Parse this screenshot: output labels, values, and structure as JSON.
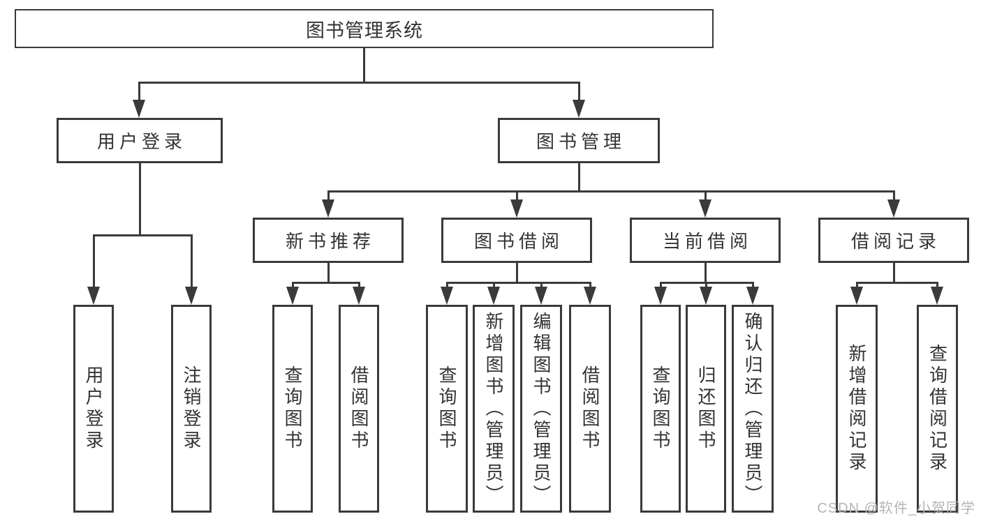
{
  "title": {
    "label": "图书管理系统"
  },
  "level2": {
    "user_login": {
      "label": "用户登录"
    },
    "book_management": {
      "label": "图书管理"
    }
  },
  "level3": {
    "new_book_recommend": {
      "label": "新书推荐"
    },
    "book_borrow": {
      "label": "图书借阅"
    },
    "current_borrow": {
      "label": "当前借阅"
    },
    "borrow_records": {
      "label": "借阅记录"
    }
  },
  "leaves": {
    "user_login_leaf": {
      "label": "用户登录"
    },
    "logout": {
      "label": "注销登录"
    },
    "nb_query_books": {
      "label": "查询图书"
    },
    "nb_borrow_books": {
      "label": "借阅图书"
    },
    "bb_query_books": {
      "label": "查询图书"
    },
    "bb_add_books": {
      "label": "新增图书（管理员）"
    },
    "bb_edit_books": {
      "label": "编辑图书（管理员）"
    },
    "bb_borrow_books": {
      "label": "借阅图书"
    },
    "cb_query_books": {
      "label": "查询图书"
    },
    "cb_return_books": {
      "label": "归还图书"
    },
    "cb_confirm_return": {
      "label": "确认归还（管理员）"
    },
    "br_add_record": {
      "label": "新增借阅记录"
    },
    "br_query_record": {
      "label": "查询借阅记录"
    }
  },
  "watermark": {
    "text": "CSDN @软件_小贺同学"
  },
  "colors": {
    "line": "#3a3a3a",
    "text": "#333333",
    "watermark": "#b4b4b4",
    "background": "#ffffff"
  }
}
